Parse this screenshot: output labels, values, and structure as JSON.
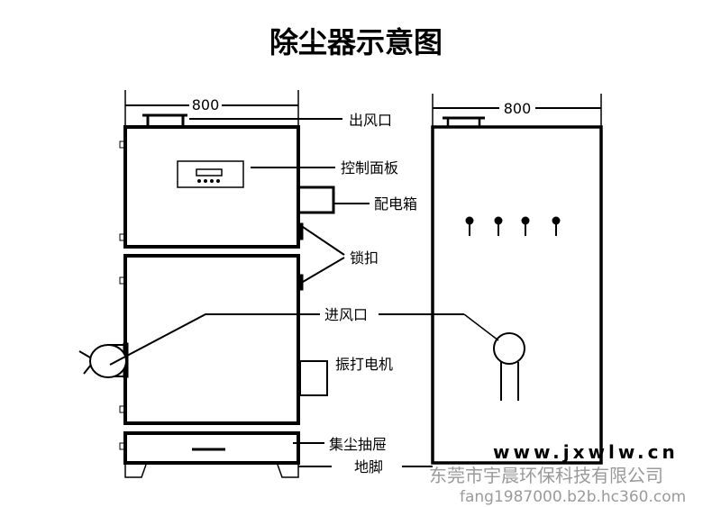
{
  "title": "除尘器示意图",
  "dimensions": {
    "left_width": "800",
    "right_width": "800"
  },
  "labels": {
    "outlet": "出风口",
    "control_panel": "控制面板",
    "distribution_box": "配电箱",
    "lock": "锁扣",
    "inlet": "进风口",
    "vibration_motor": "振打电机",
    "dust_drawer": "集尘抽屉",
    "feet": "地脚"
  },
  "watermark": {
    "site": "www.jxwlw.cn",
    "company": "东莞市宇晨环保科技有限公司",
    "url": "fang1987000.b2b.hc360.com"
  }
}
